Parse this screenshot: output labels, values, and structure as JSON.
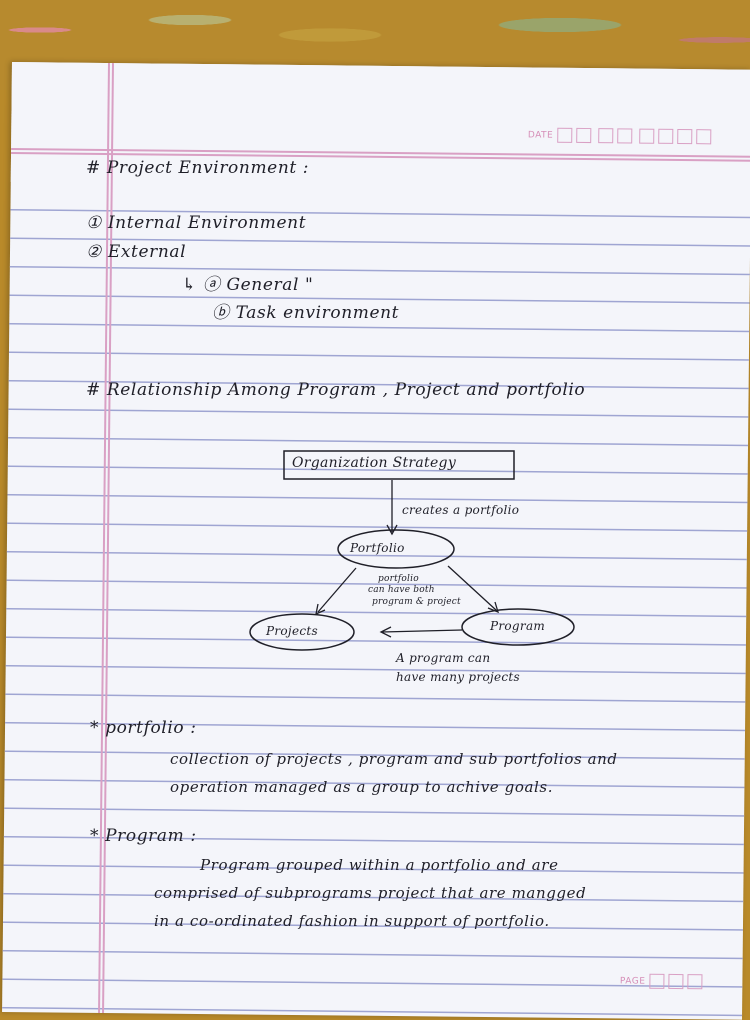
{
  "paper": {
    "date_label": "DATE",
    "page_label": "PAGE"
  },
  "notes": {
    "heading1": "#  Project Environment :",
    "item1": "①  Internal Environment",
    "item2": "②  External",
    "item2a": "↳ ⓐ General \"",
    "item2b": "ⓑ  Task environment",
    "heading2": "#  Relationship Among Program , Project and portfolio"
  },
  "diagram": {
    "strategy": "Organization Strategy",
    "creates": "creates a portfolio",
    "portfolio": "Portfolio",
    "note_line1": "portfolio",
    "note_line2": "can have both",
    "note_line3": "program & project",
    "projects": "Projects",
    "program": "Program",
    "many_line1": "A program can",
    "many_line2": "have many projects"
  },
  "portfolio_def": {
    "title": "*  portfolio :",
    "line1": "collection of projects , program and sub portfolios and",
    "line2": "operation managed as a group to achive goals."
  },
  "program_def": {
    "title": "*  Program :",
    "line1": "Program grouped within a portfolio and are",
    "line2": "comprised of subprograms project that are mangged",
    "line3": "in a co-ordinated fashion in support of portfolio."
  },
  "colors": {
    "ink": "#1f1f28",
    "rule": "#9fa5d2",
    "margin": "#d9a0c4"
  }
}
